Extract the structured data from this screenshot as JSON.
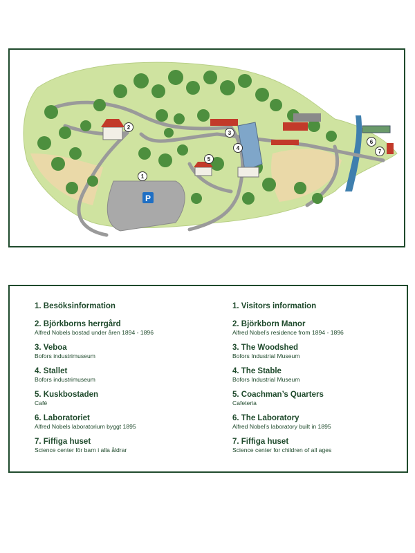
{
  "colors": {
    "frame": "#1f4a2c",
    "text": "#1f4a2c",
    "grass": "#cfe3a0",
    "field": "#ead9a8",
    "tree": "#4d8f3e",
    "road": "#9a9a9a",
    "parking": "#a9a9a9",
    "roof_red": "#c23a2a",
    "water": "#3f7fae",
    "parking_sign": "#1f6fc4"
  },
  "map": {
    "parking_sign": "P",
    "markers": [
      {
        "label": "1",
        "place": "Besöksinformation / Visitors information"
      },
      {
        "label": "2",
        "place": "Björkborns herrgård / Björkborn Manor"
      },
      {
        "label": "3",
        "place": "Veboa / The Woodshed"
      },
      {
        "label": "4",
        "place": "Stallet / The Stable"
      },
      {
        "label": "5",
        "place": "Kuskbostaden / Coachman's Quarters"
      },
      {
        "label": "6",
        "place": "Laboratoriet / The Laboratory"
      },
      {
        "label": "7",
        "place": "Fiffiga huset"
      }
    ]
  },
  "legend": {
    "swedish": [
      {
        "title": "1. Besöksinformation",
        "desc": ""
      },
      {
        "title": "2. Björkborns herrgård",
        "desc": "Alfred Nobels bostad under åren 1894 - 1896"
      },
      {
        "title": "3. Veboa",
        "desc": "Bofors industrimuseum"
      },
      {
        "title": "4. Stallet",
        "desc": "Bofors industrimuseum"
      },
      {
        "title": "5. Kuskbostaden",
        "desc": "Café"
      },
      {
        "title": "6. Laboratoriet",
        "desc": "Alfred Nobels laboratorium byggt 1895"
      },
      {
        "title": "7. Fiffiga huset",
        "desc": "Science center för barn i alla åldrar"
      }
    ],
    "english": [
      {
        "title": "1. Visitors information",
        "desc": ""
      },
      {
        "title": "2. Björkborn Manor",
        "desc": "Alfred Nobel’s residence from 1894 - 1896"
      },
      {
        "title": "3. The Woodshed",
        "desc": "Bofors Industrial Museum"
      },
      {
        "title": "4. The Stable",
        "desc": "Bofors Industrial Museum"
      },
      {
        "title": "5. Coachman’s Quarters",
        "desc": "Cafeteria"
      },
      {
        "title": "6. The Laboratory",
        "desc": "Alfred Nobel’s laboratory built in 1895"
      },
      {
        "title": "7. Fiffiga huset",
        "desc": "Science center for children of all ages"
      }
    ]
  }
}
